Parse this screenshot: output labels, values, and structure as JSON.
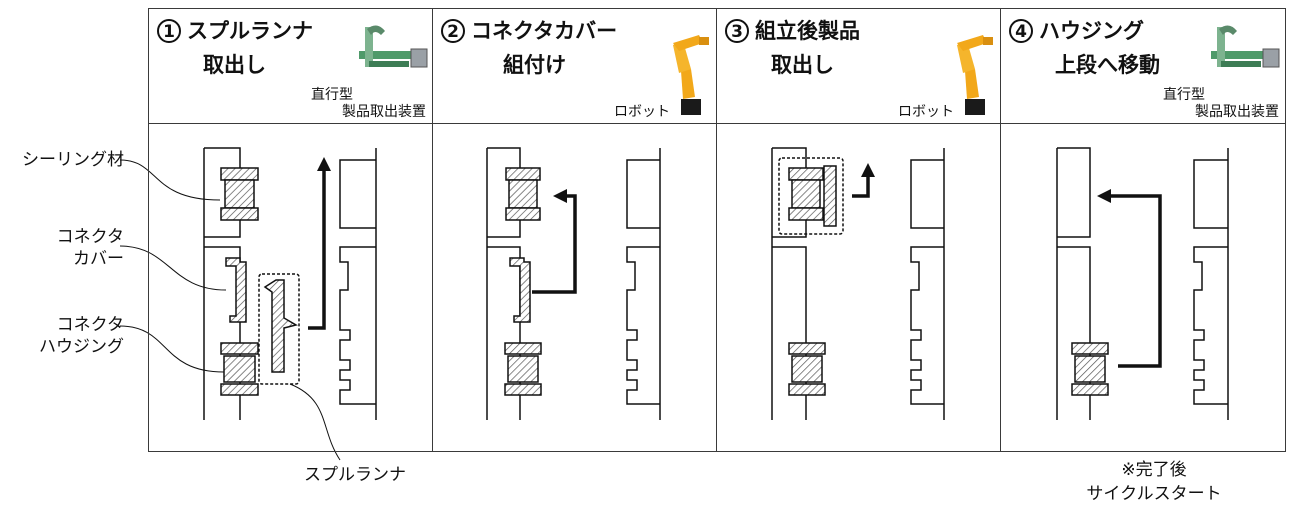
{
  "panels": [
    {
      "num": "1",
      "title_line1": "スプルランナ",
      "title_line2": "取出し",
      "device_line1": "直行型",
      "device_line2": "製品取出装置",
      "device_icon": "gantry-robot-icon"
    },
    {
      "num": "2",
      "title_line1": "コネクタカバー",
      "title_line2": "組付け",
      "device_line1": "ロボット",
      "device_line2": "",
      "device_icon": "robot-arm-icon"
    },
    {
      "num": "3",
      "title_line1": "組立後製品",
      "title_line2": "取出し",
      "device_line1": "ロボット",
      "device_line2": "",
      "device_icon": "robot-arm-icon"
    },
    {
      "num": "4",
      "title_line1": "ハウジング",
      "title_line2": "上段へ移動",
      "device_line1": "直行型",
      "device_line2": "製品取出装置",
      "device_icon": "gantry-robot-icon"
    }
  ],
  "labels": {
    "sealing": "シーリング材",
    "cover_line1": "コネクタ",
    "cover_line2": "カバー",
    "housing_line1": "コネクタ",
    "housing_line2": "ハウジング",
    "runner": "スプルランナ",
    "note_line1": "※完了後",
    "note_line2": "サイクルスタート"
  },
  "colors": {
    "line": "#111111",
    "hatch": "#555555",
    "robot_yellow": "#f2a81a",
    "robot_base": "#1a1a1a",
    "gantry_green": "#4f9a6a",
    "gantry_gray": "#9aa0a6"
  }
}
